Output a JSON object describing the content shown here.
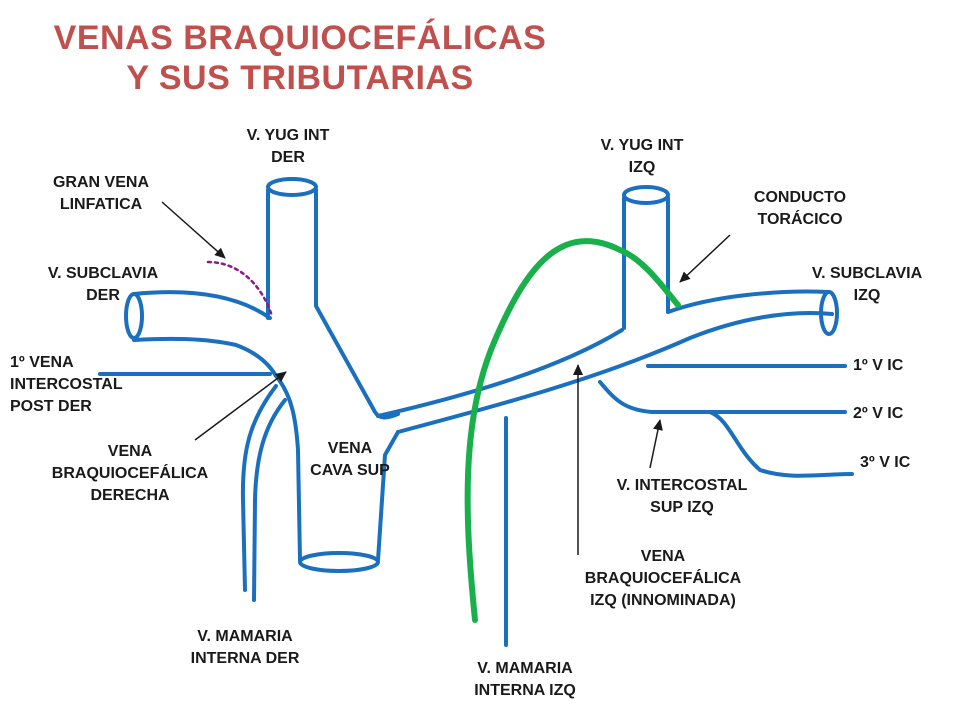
{
  "title": {
    "line1": "VENAS BRAQUIOCEFÁLICAS",
    "line2": "Y SUS TRIBUTARIAS"
  },
  "labels": {
    "yug_int_der": [
      "V. YUG INT",
      "DER"
    ],
    "yug_int_izq": [
      "V. YUG INT",
      "IZQ"
    ],
    "gran_vena_linfatica": [
      "GRAN VENA",
      "LINFATICA"
    ],
    "conducto_toracico": [
      "CONDUCTO",
      "TORÁCICO"
    ],
    "subclavia_der": [
      "V. SUBCLAVIA",
      "DER"
    ],
    "subclavia_izq": [
      "V. SUBCLAVIA",
      "IZQ"
    ],
    "vena_intercostal_post_der": [
      "1º VENA",
      "INTERCOSTAL",
      "POST DER"
    ],
    "braquiocefalica_der": [
      "VENA",
      "BRAQUIOCEFÁLICA",
      "DERECHA"
    ],
    "vena_cava_sup": [
      "VENA",
      "CAVA SUP"
    ],
    "v_ic_1": "1º V IC",
    "v_ic_2": "2º V IC",
    "v_ic_3": "3º V IC",
    "intercostal_sup_izq": [
      "V. INTERCOSTAL",
      "SUP IZQ"
    ],
    "braquiocefalica_izq": [
      "VENA",
      "BRAQUIOCEFÁLICA",
      "IZQ (INNOMINADA)"
    ],
    "mamaria_interna_der": [
      "V. MAMARIA",
      "INTERNA DER"
    ],
    "mamaria_interna_izq": [
      "V. MAMARIA",
      "INTERNA IZQ"
    ]
  },
  "colors": {
    "title": "#c0504d",
    "vein": "#1b6fbf",
    "thoracic_duct": "#19b04b",
    "lymphatic_duct": "#8b1a8b",
    "pointer": "#1a1a1a"
  }
}
